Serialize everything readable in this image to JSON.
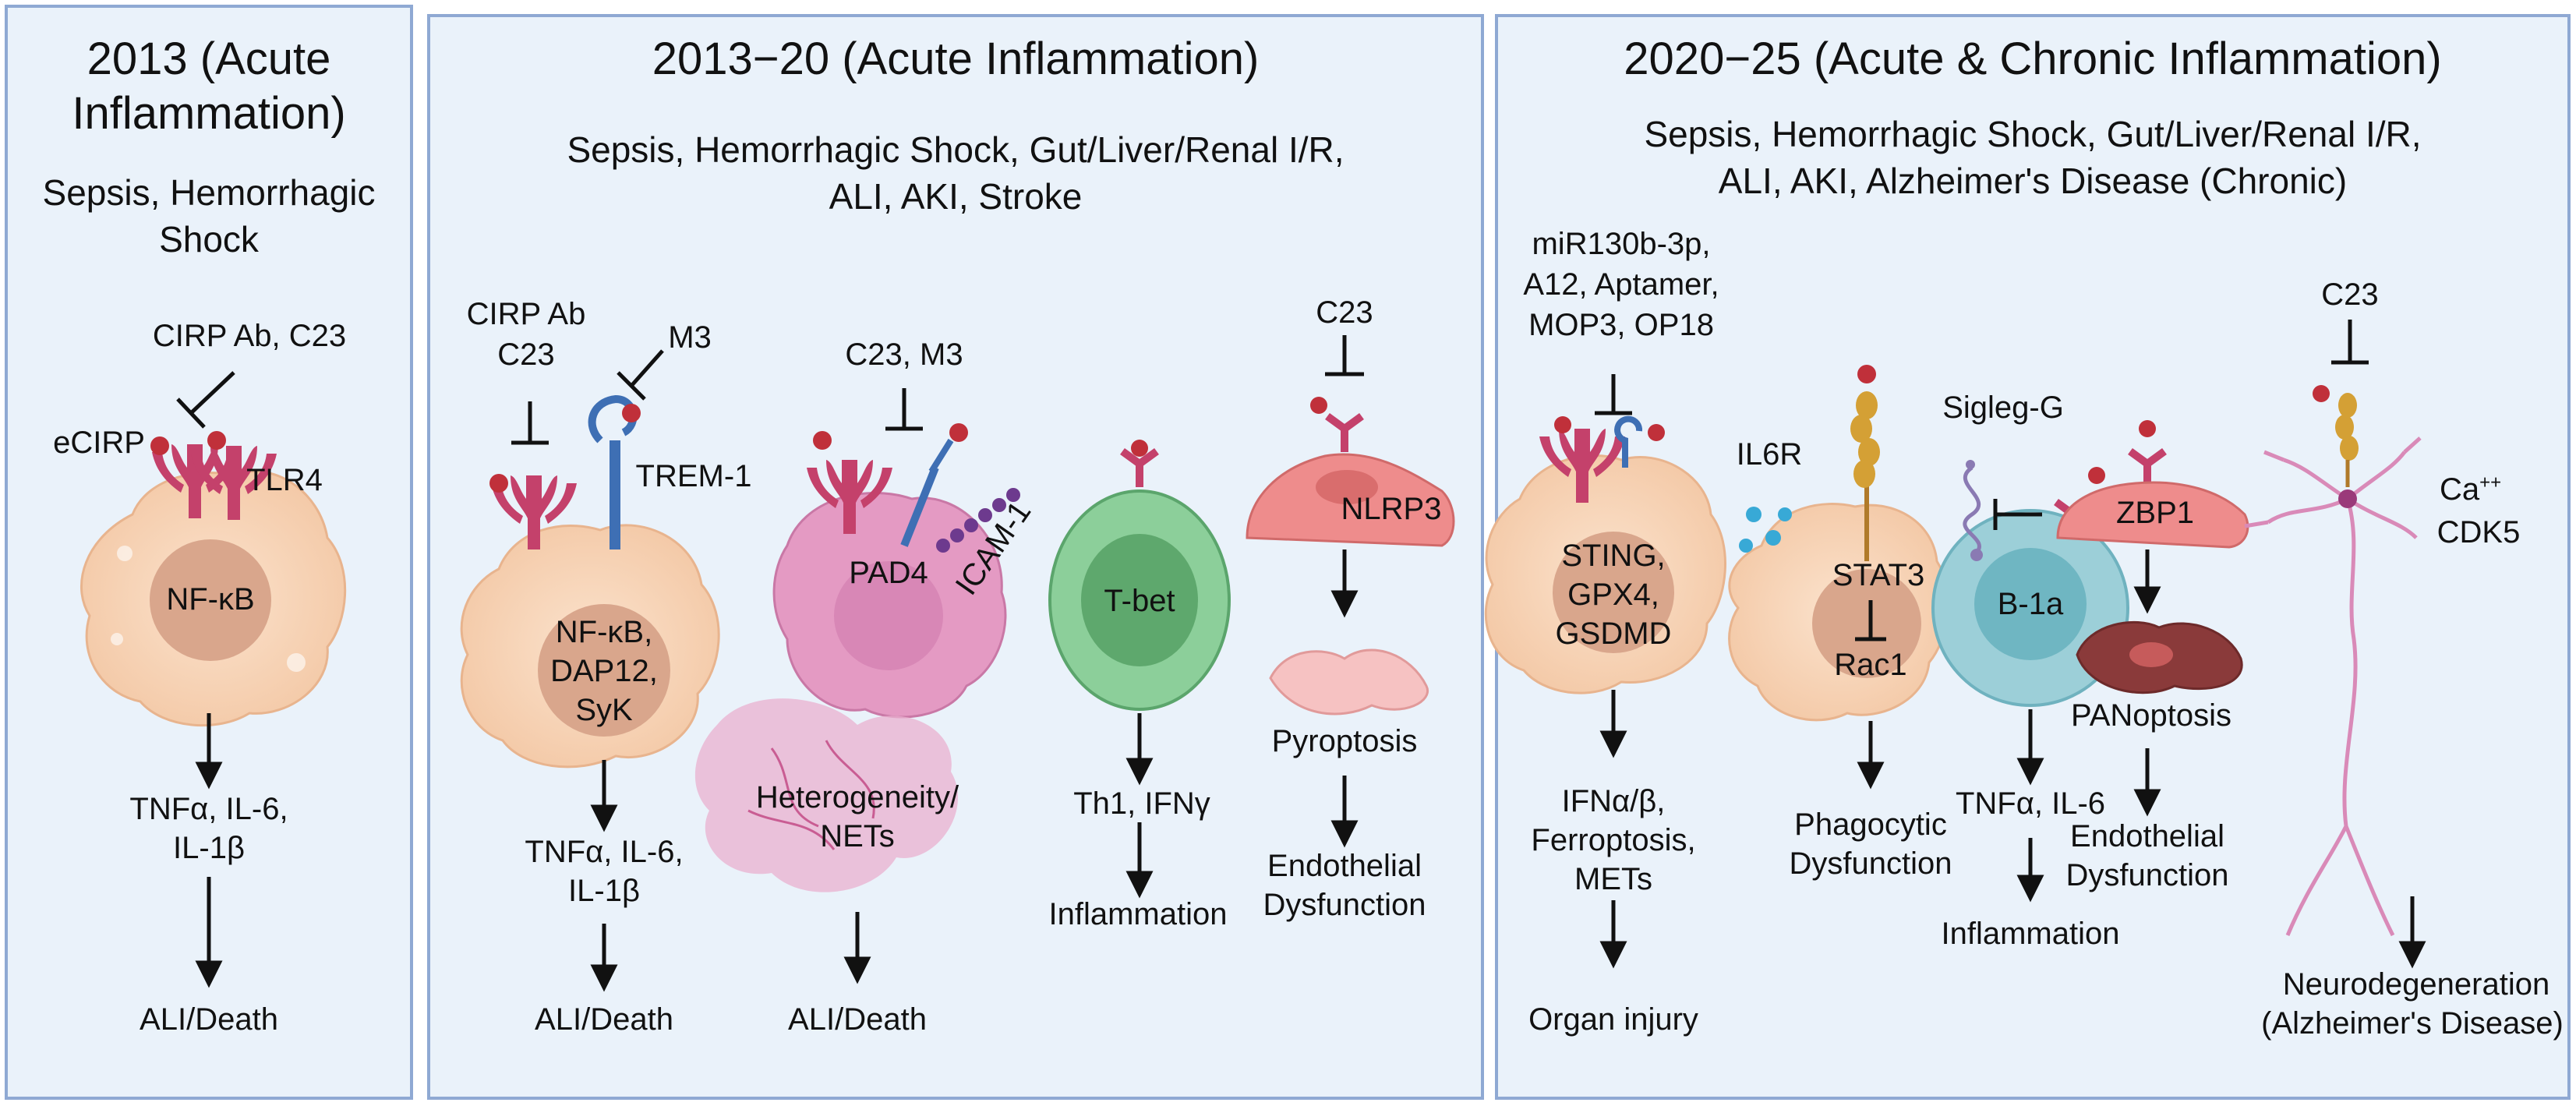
{
  "panel1": {
    "title_line1": "2013 (Acute",
    "title_line2": "Inflammation)",
    "conditions_line1": "Sepsis, Hemorrhagic",
    "conditions_line2": "Shock",
    "inhibitors": "CIRP Ab, C23",
    "ligand": "eCIRP",
    "receptor": "TLR4",
    "nucleus": "NF-κB",
    "output_line1": "TNFα, IL-6,",
    "output_line2": "IL-1β",
    "outcome": "ALI/Death"
  },
  "panel2": {
    "title": "2013−20 (Acute Inflammation)",
    "conditions_line1": "Sepsis, Hemorrhagic Shock, Gut/Liver/Renal I/R,",
    "conditions_line2": "ALI, AKI, Stroke",
    "macrophage": {
      "inhibitor_line1": "CIRP Ab",
      "inhibitor_line2": "C23",
      "trem_inhibitor": "M3",
      "receptor": "TREM-1",
      "signal_line1": "NF-κB,",
      "signal_line2": "DAP12,",
      "signal_line3": "SyK",
      "output_line1": "TNFα, IL-6,",
      "output_line2": "IL-1β",
      "outcome": "ALI/Death"
    },
    "neutrophil": {
      "inhibitor": "C23, M3",
      "marker": "PAD4",
      "receptor": "ICAM-1",
      "net_line1": "Heterogeneity/",
      "net_line2": "NETs",
      "outcome": "ALI/Death"
    },
    "tcell": {
      "label": "T-bet",
      "output": "Th1, IFNγ",
      "outcome": "Inflammation"
    },
    "endothelial": {
      "inhibitor": "C23",
      "label": "NLRP3",
      "process": "Pyroptosis",
      "outcome_line1": "Endothelial",
      "outcome_line2": "Dysfunction"
    }
  },
  "panel3": {
    "title": "2020−25 (Acute & Chronic Inflammation)",
    "conditions_line1": "Sepsis, Hemorrhagic Shock, Gut/Liver/Renal I/R,",
    "conditions_line2": "ALI, AKI, Alzheimer's Disease (Chronic)",
    "macrophage": {
      "inhibitor_line1": "miR130b-3p,",
      "inhibitor_line2": "A12, Aptamer,",
      "inhibitor_line3": "MOP3, OP18",
      "signal_line1": "STING,",
      "signal_line2": "GPX4,",
      "signal_line3": "GSDMD",
      "output_line1": "IFNα/β,",
      "output_line2": "Ferroptosis,",
      "output_line3": "METs",
      "outcome": "Organ injury"
    },
    "il6r_cell": {
      "receptor": "IL6R",
      "signal": "STAT3",
      "target": "Rac1",
      "outcome_line1": "Phagocytic",
      "outcome_line2": "Dysfunction"
    },
    "b1a": {
      "receptor": "Sigleg-G",
      "label": "B-1a",
      "output": "TNFα, IL-6",
      "outcome": "Inflammation"
    },
    "zbp1": {
      "label": "ZBP1",
      "process": "PANoptosis",
      "outcome_line1": "Endothelial",
      "outcome_line2": "Dysfunction"
    },
    "neuron": {
      "inhibitor": "C23",
      "ion": "Ca",
      "ion_charge": "++",
      "kinase": "CDK5",
      "outcome_line1": "Neurodegeneration",
      "outcome_line2": "(Alzheimer's Disease)"
    }
  },
  "colors": {
    "panel_bg": "#eaf2fa",
    "panel_border": "#8fa9d3",
    "cirp_red": "#c0303a",
    "tlr4_pink": "#c4416b",
    "macrophage": "#f7d3b5",
    "nucleus": "#d9a68c",
    "neutrophil": "#e49ac3",
    "tcell": "#8ccf9a",
    "endothelial": "#ee8c8c",
    "b1a": "#9ccfd8",
    "receptor_blue": "#3e6fb4",
    "il6r_gold": "#d4a035"
  }
}
